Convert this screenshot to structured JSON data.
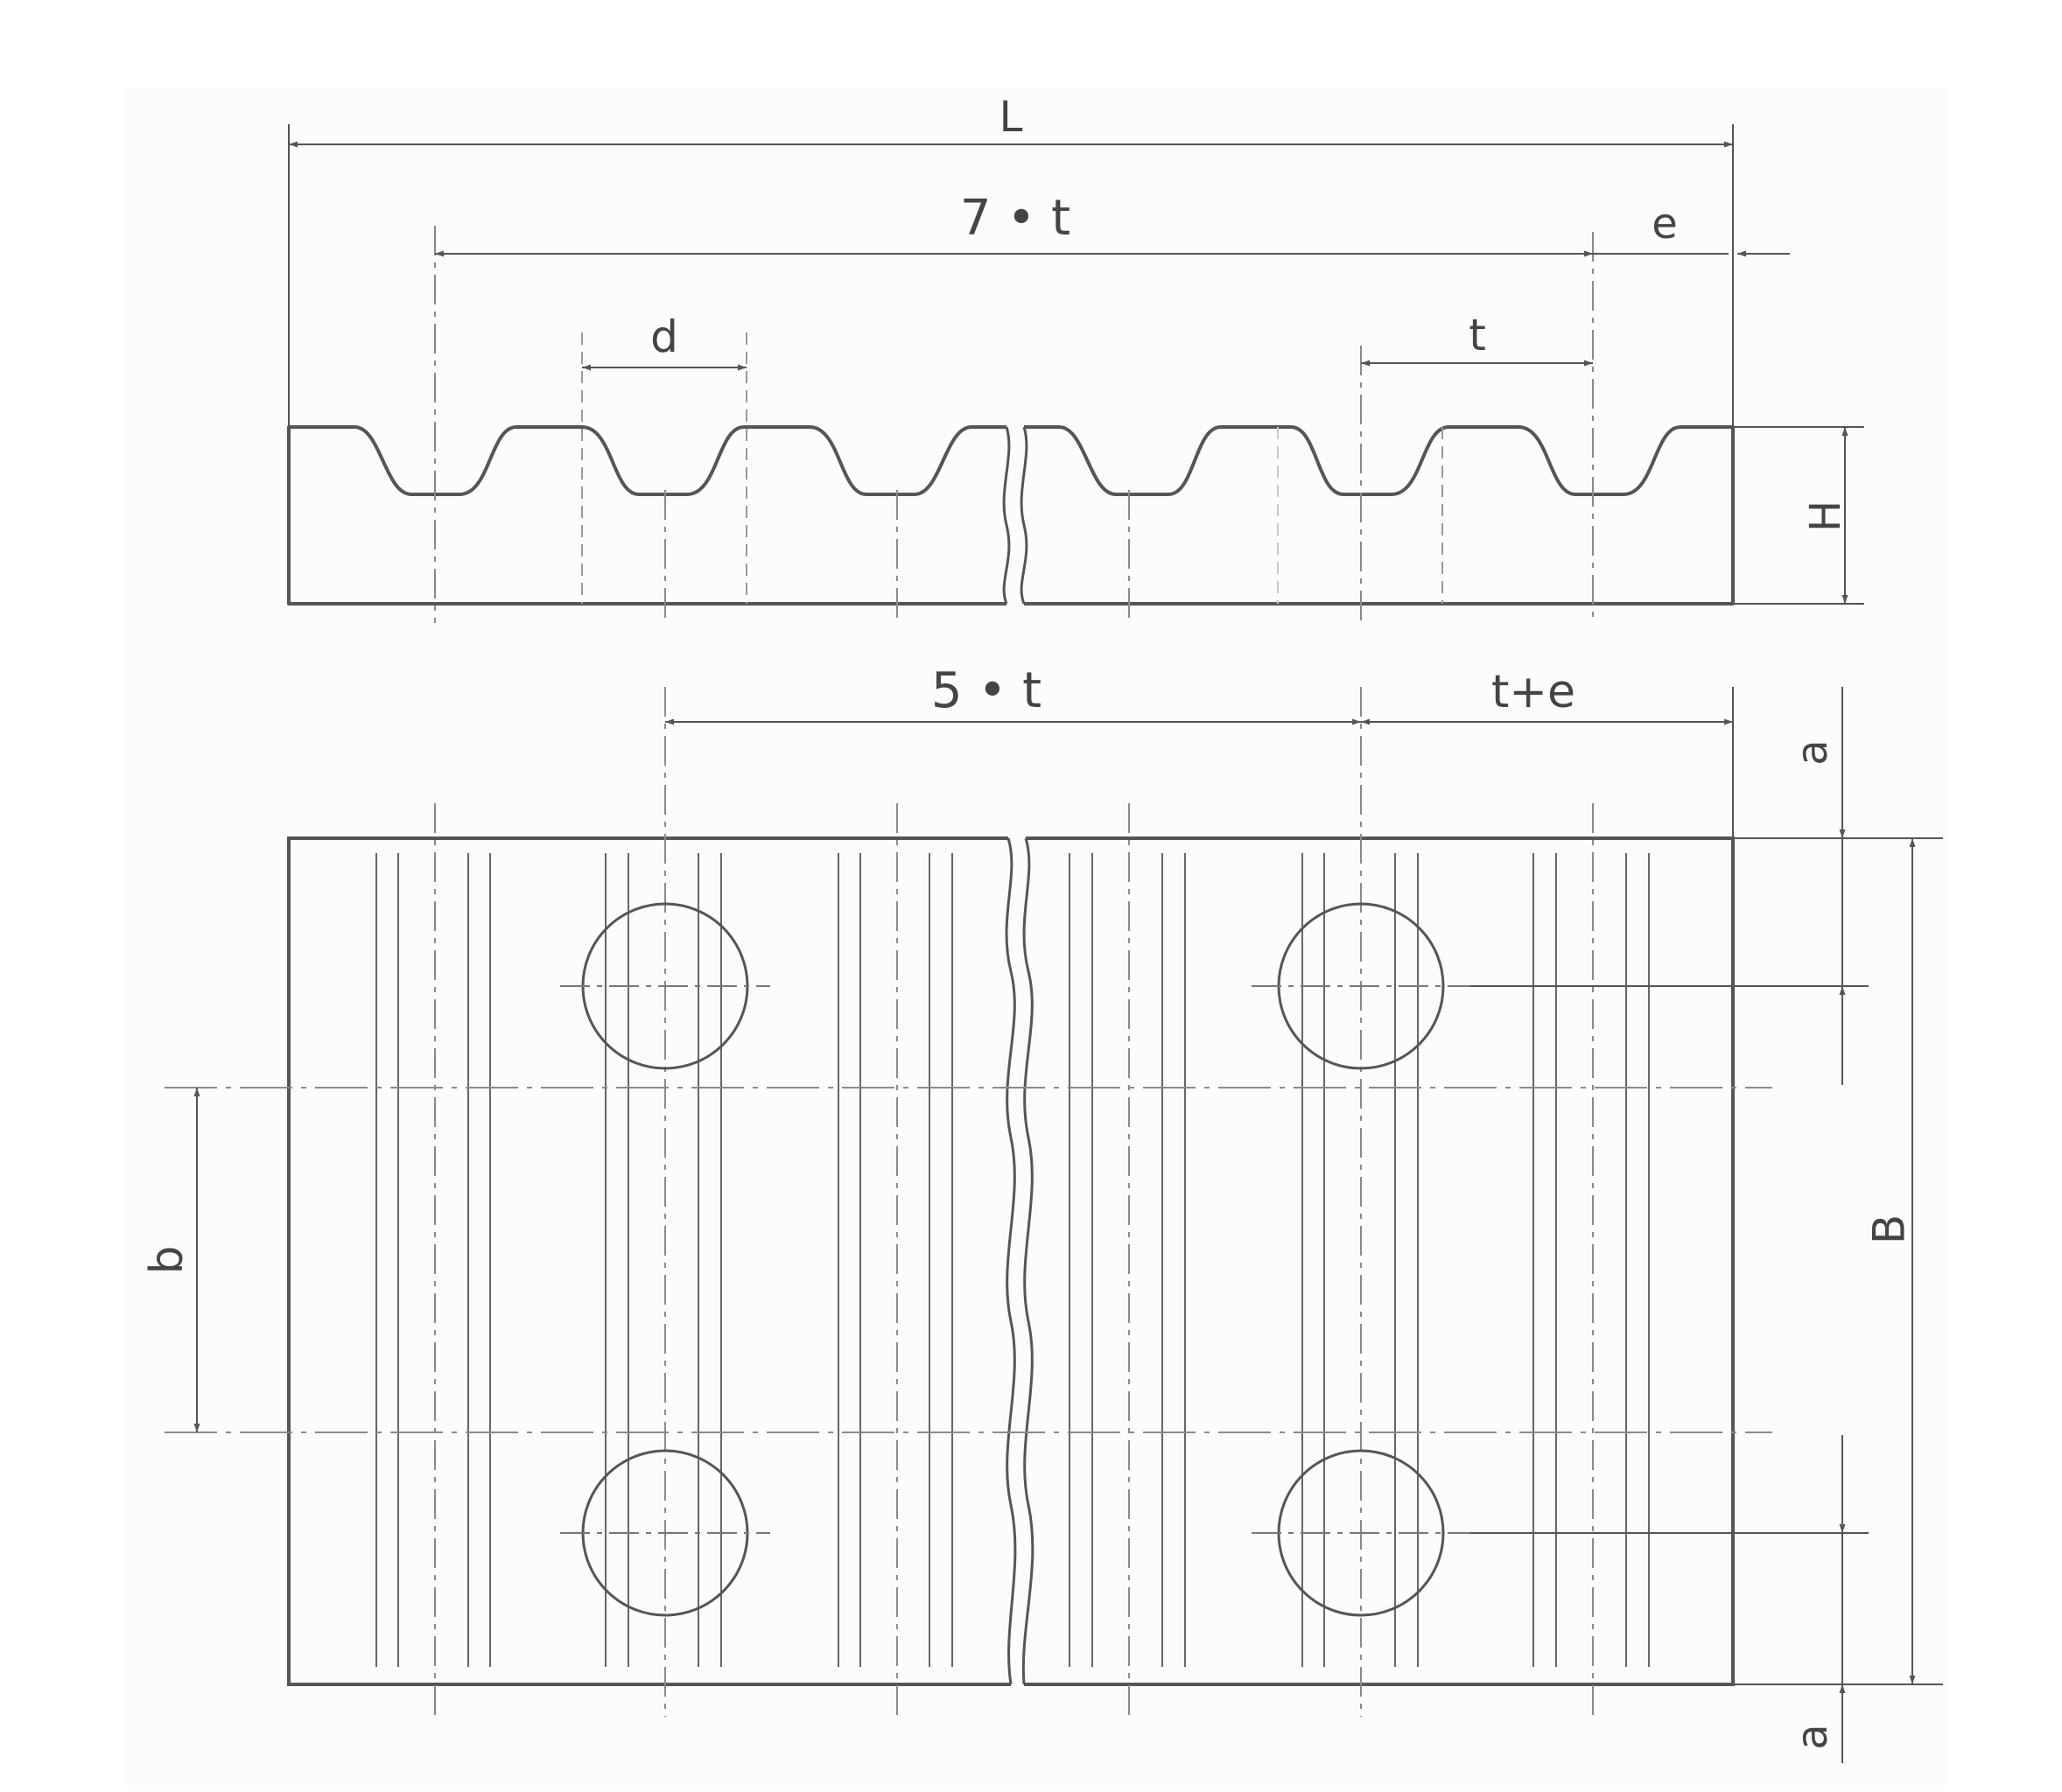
{
  "labels": {
    "L": "L",
    "seven_t": "7 • t",
    "e": "e",
    "d": "d",
    "t": "t",
    "H": "H",
    "five_t": "5 • t",
    "t_plus_e": "t+e",
    "a_top": "a",
    "a_bottom": "a",
    "b": "b",
    "B": "B"
  },
  "colors": {
    "paper": "#fbfcfe",
    "line": "#555555",
    "thin": "#777777",
    "center": "#9a9a9a",
    "text": "#444444"
  }
}
